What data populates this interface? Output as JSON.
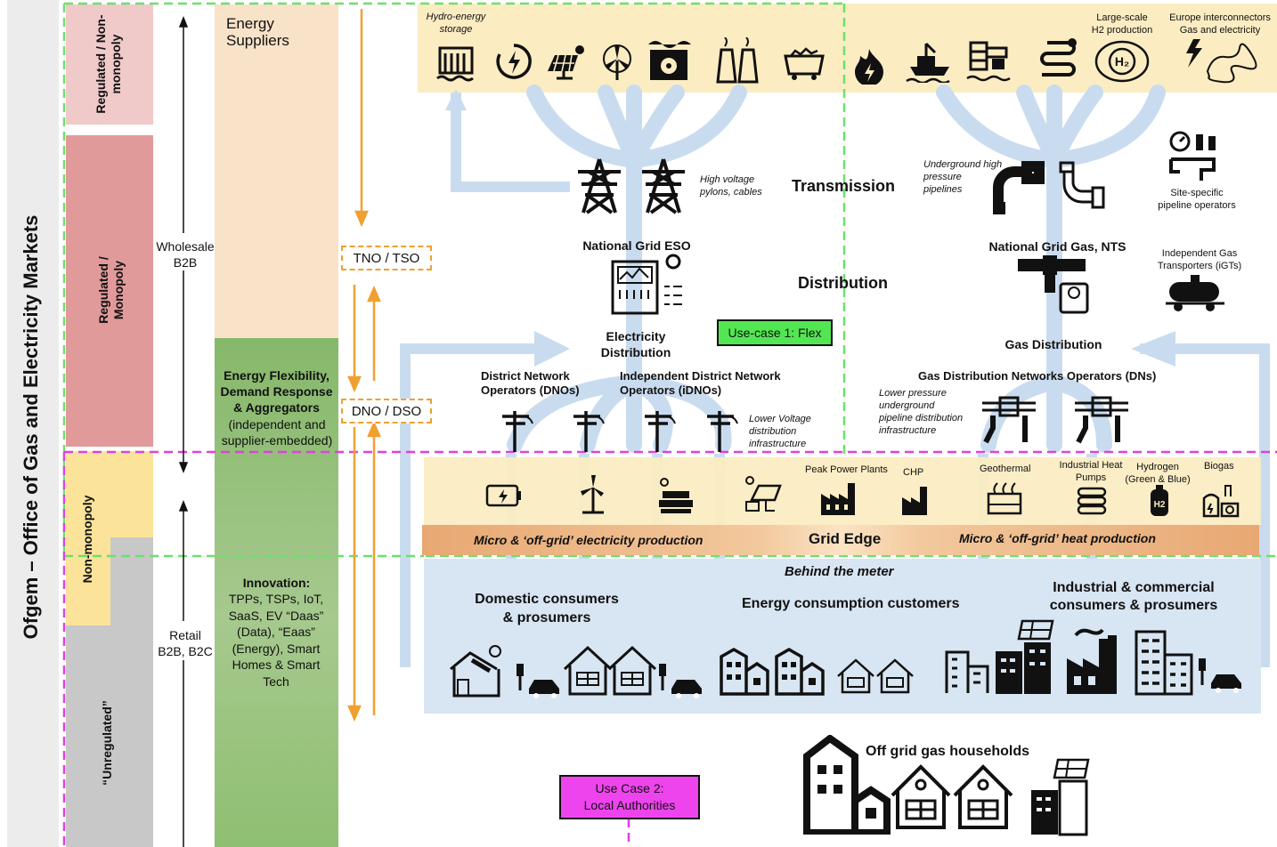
{
  "title": "Ofgem – Office of Gas and Electricity Markets",
  "regulation_bands": {
    "regulated_non_monopoly": "Regulated / Non-monopoly",
    "regulated_monopoly": "Regulated / Monopoly",
    "non_monopoly": "Non-monopoly",
    "unregulated": "“Unregulated”"
  },
  "market_scope": {
    "wholesale": "Wholesale\nB2B",
    "retail": "Retail\nB2B, B2C"
  },
  "columns": {
    "energy_suppliers": "Energy\nSuppliers",
    "flexibility": "Energy Flexibility, Demand Response & Aggregators",
    "flexibility_sub": "(independent and supplier-embedded)",
    "innovation": "Innovation:",
    "innovation_items": "TPPs, TSPs, IoT, SaaS, EV “Daas” (Data), “Eaas” (Energy), Smart Homes & Smart Tech"
  },
  "operator_labels": {
    "tno_tso": "TNO / TSO",
    "dno_dso": "DNO /  DSO"
  },
  "generation": {
    "hydro_storage": "Hydro-energy storage",
    "large_scale_h2": "Large-scale\nH2 production",
    "europe_interconnectors": "Europe interconnectors\nGas and electricity"
  },
  "transmission": {
    "heading": "Transmission",
    "pylons": "High voltage\npylons, cables",
    "underground": "Underground high\npressure\npipelines",
    "site_specific": "Site-specific\npipeline operators",
    "national_grid_eso": "National Grid ESO",
    "national_grid_gas": "National Grid Gas, NTS",
    "igts": "Independent Gas\nTransporters (iGTs)"
  },
  "distribution": {
    "heading": "Distribution",
    "use_case_1": "Use-case 1: Flex",
    "electricity_distribution": "Electricity\nDistribution",
    "gas_distribution": "Gas Distribution",
    "dnos": "District Network\nOperators (DNOs)",
    "idnos": "Independent District Network\nOperators (iDNOs)",
    "lower_voltage": "Lower Voltage\ndistribution\ninfrastructure",
    "gdns": "Gas Distribution Networks Operators (DNs)",
    "lower_pressure": "Lower pressure\nunderground\npipeline distribution\ninfrastructure"
  },
  "grid_edge": {
    "peak_power": "Peak Power Plants",
    "chp": "CHP",
    "geothermal": "Geothermal",
    "heat_pumps": "Industrial Heat\nPumps",
    "hydrogen": "Hydrogen\n(Green & Blue)",
    "biogas": "Biogas",
    "micro_electricity": "Micro & ‘off-grid’ electricity production",
    "grid_edge": "Grid Edge",
    "micro_heat": "Micro & ‘off-grid’ heat production"
  },
  "consumers": {
    "behind_meter": "Behind the meter",
    "domestic": "Domestic consumers\n& prosumers",
    "energy_consumption": "Energy consumption customers",
    "industrial": "Industrial & commercial\nconsumers & prosumers"
  },
  "off_grid": {
    "households": "Off grid gas households",
    "use_case_2": "Use Case 2:\nLocal Authorities"
  },
  "colors": {
    "pink_light": "#f0c9c9",
    "pink_dark": "#e19a9a",
    "yellow": "#fbe39a",
    "grey": "#c8c8c8",
    "peach": "#f8e2c8",
    "green": "#8fbf71",
    "tan": "#fbecc2",
    "orange": "#e8a873",
    "blue_panel": "#d8e5f2",
    "blue_lines": "#c9dcef",
    "green_dash": "#6de06d",
    "magenta_dash": "#e040e0",
    "orange_arrow": "#f0a030",
    "usecase_green": "#53e653",
    "usecase_magenta": "#ee44ee"
  }
}
